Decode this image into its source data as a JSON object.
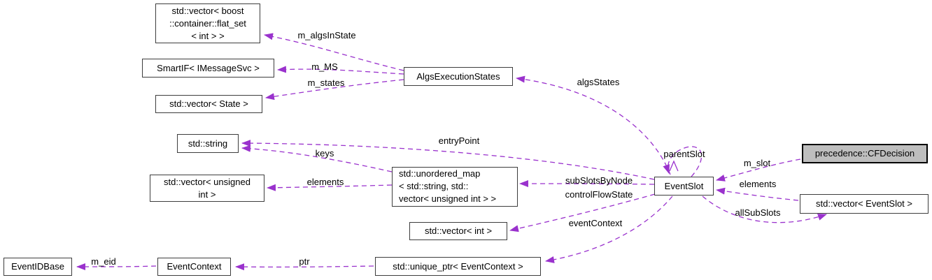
{
  "diagram": {
    "type": "doxygen-collaboration-graph",
    "focus_class": "precedence::CFDecision",
    "colors": {
      "background": "#ffffff",
      "arrow": "#9a32cd",
      "node_border": "#3d3d3d",
      "focus_node_fill": "#bebebe",
      "text": "#000000"
    },
    "nodes": {
      "flat_set": {
        "lines": [
          "std::vector< boost",
          "::container::flat_set",
          "< int > >"
        ]
      },
      "smartif": {
        "label": "SmartIF< IMessageSvc >"
      },
      "vector_state": {
        "label": "std::vector< State >"
      },
      "algs_exec_states": {
        "label": "AlgsExecutionStates"
      },
      "std_string": {
        "label": "std::string"
      },
      "vector_unsigned": {
        "lines": [
          "std::vector< unsigned",
          "int >"
        ]
      },
      "unordered_map": {
        "lines": [
          "std::unordered_map",
          "< std::string, std::",
          "vector< unsigned int > >"
        ]
      },
      "event_slot": {
        "label": "EventSlot"
      },
      "cf_decision": {
        "label": "precedence::CFDecision"
      },
      "vector_eventslot": {
        "label": "std::vector< EventSlot >"
      },
      "vector_int": {
        "label": "std::vector< int >"
      },
      "unique_ptr": {
        "label": "std::unique_ptr< EventContext >"
      },
      "event_context": {
        "label": "EventContext"
      },
      "event_id_base": {
        "label": "EventIDBase"
      }
    },
    "edge_labels": {
      "m_algsInState": "m_algsInState",
      "m_MS": "m_MS",
      "m_states": "m_states",
      "algsStates": "algsStates",
      "entryPoint": "entryPoint",
      "keys": "keys",
      "elements_left": "elements",
      "subSlotsByNode": "subSlotsByNode",
      "controlFlowState": "controlFlowState",
      "parentSlot": "parentSlot",
      "m_slot": "m_slot",
      "elements_right": "elements",
      "allSubSlots": "allSubSlots",
      "eventContext": "eventContext",
      "ptr": "ptr",
      "m_eid": "m_eid"
    }
  }
}
